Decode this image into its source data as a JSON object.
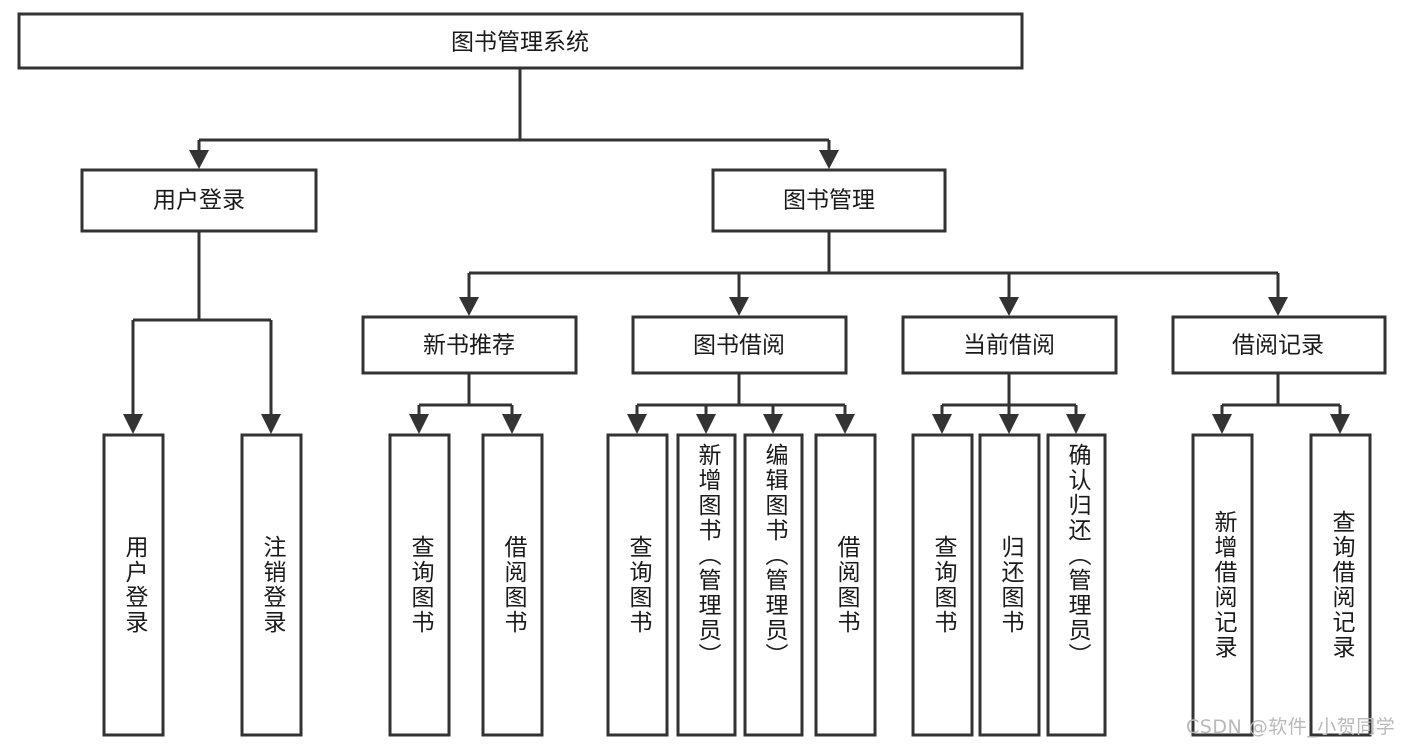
{
  "diagram": {
    "type": "tree",
    "title": "图书管理系统",
    "watermark": "CSDN @软件_小贺同学",
    "colors": {
      "stroke": "#333333",
      "fill": "#ffffff",
      "text": "#1a1a1a",
      "watermark": "#b9b9b9",
      "background": "#ffffff"
    },
    "levels": [
      {
        "level": 1,
        "nodes": [
          {
            "id": "root",
            "label": "图书管理系统",
            "orientation": "horizontal"
          }
        ]
      },
      {
        "level": 2,
        "nodes": [
          {
            "id": "l2-1",
            "label": "用户登录",
            "orientation": "horizontal",
            "parent": "root"
          },
          {
            "id": "l2-2",
            "label": "图书管理",
            "orientation": "horizontal",
            "parent": "root"
          }
        ]
      },
      {
        "level": 3,
        "nodes": [
          {
            "id": "l3-1",
            "label": "新书推荐",
            "orientation": "horizontal",
            "parent": "l2-2"
          },
          {
            "id": "l3-2",
            "label": "图书借阅",
            "orientation": "horizontal",
            "parent": "l2-2"
          },
          {
            "id": "l3-3",
            "label": "当前借阅",
            "orientation": "horizontal",
            "parent": "l2-2"
          },
          {
            "id": "l3-4",
            "label": "借阅记录",
            "orientation": "horizontal",
            "parent": "l2-2"
          }
        ]
      },
      {
        "level": 4,
        "nodes": [
          {
            "id": "leaf-1",
            "label": "用户登录",
            "orientation": "vertical",
            "parent": "l2-1"
          },
          {
            "id": "leaf-2",
            "label": "注销登录",
            "orientation": "vertical",
            "parent": "l2-1"
          },
          {
            "id": "leaf-3",
            "label": "查询图书",
            "orientation": "vertical",
            "parent": "l3-1"
          },
          {
            "id": "leaf-4",
            "label": "借阅图书",
            "orientation": "vertical",
            "parent": "l3-1"
          },
          {
            "id": "leaf-5",
            "label": "查询图书",
            "orientation": "vertical",
            "parent": "l3-2"
          },
          {
            "id": "leaf-6",
            "label": "新增图书（管理员）",
            "orientation": "vertical",
            "parent": "l3-2"
          },
          {
            "id": "leaf-7",
            "label": "编辑图书（管理员）",
            "orientation": "vertical",
            "parent": "l3-2"
          },
          {
            "id": "leaf-8",
            "label": "借阅图书",
            "orientation": "vertical",
            "parent": "l3-2"
          },
          {
            "id": "leaf-9",
            "label": "查询图书",
            "orientation": "vertical",
            "parent": "l3-3"
          },
          {
            "id": "leaf-10",
            "label": "归还图书",
            "orientation": "vertical",
            "parent": "l3-3"
          },
          {
            "id": "leaf-11",
            "label": "确认归还（管理员）",
            "orientation": "vertical",
            "parent": "l3-3"
          },
          {
            "id": "leaf-12",
            "label": "新增借阅记录",
            "orientation": "vertical",
            "parent": "l3-4"
          },
          {
            "id": "leaf-13",
            "label": "查询借阅记录",
            "orientation": "vertical",
            "parent": "l3-4"
          }
        ]
      }
    ]
  }
}
